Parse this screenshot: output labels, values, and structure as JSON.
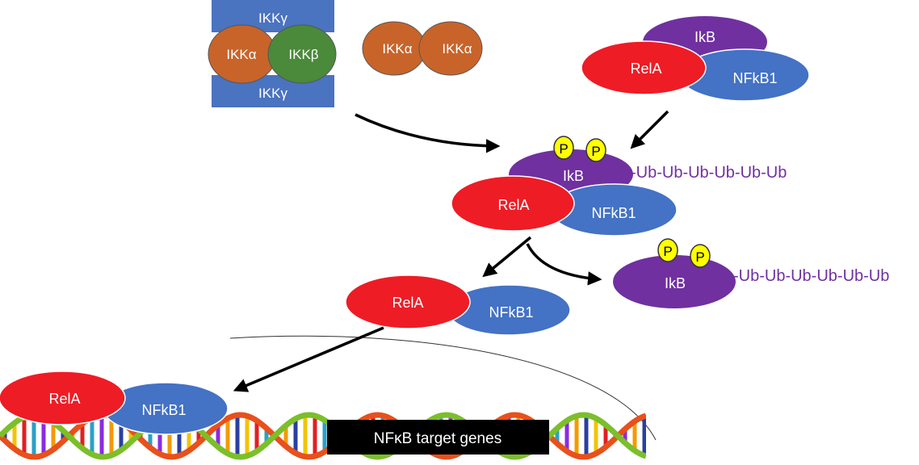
{
  "ikk_complex": {
    "gamma_top": "IKKγ",
    "alpha": "IKKα",
    "beta": "IKKβ",
    "gamma_bottom": "IKKγ"
  },
  "ikk_alpha_dimer": {
    "left": "IKKα",
    "right": "IKKα"
  },
  "inactive_complex": {
    "ikb": "IkB",
    "rela": "RelA",
    "nfkb1": "NFkB1"
  },
  "phospho_complex": {
    "p1": "P",
    "p2": "P",
    "ikb": "IkB",
    "ub_chain": "-Ub-Ub-Ub-Ub-Ub-Ub",
    "rela": "RelA",
    "nfkb1": "NFkB1"
  },
  "released_dimer": {
    "rela": "RelA",
    "nfkb1": "NFkB1"
  },
  "degraded_ikb": {
    "p1": "P",
    "p2": "P",
    "ikb": "IkB",
    "ub_chain": "-Ub-Ub-Ub-Ub-Ub-Ub"
  },
  "nuclear_dimer": {
    "rela": "RelA",
    "nfkb1": "NFkB1"
  },
  "target_genes_label": "NFκB target genes",
  "colors": {
    "ikk_gamma": "#4a73c0",
    "ikk_alpha": "#c8642a",
    "ikk_beta": "#4a8a3a",
    "ikb": "#7030a0",
    "rela": "#ee1c25",
    "nfkb1": "#4472c4",
    "phosphate": "#ffff00",
    "ub_text": "#7030a0",
    "arrow": "#000000"
  }
}
